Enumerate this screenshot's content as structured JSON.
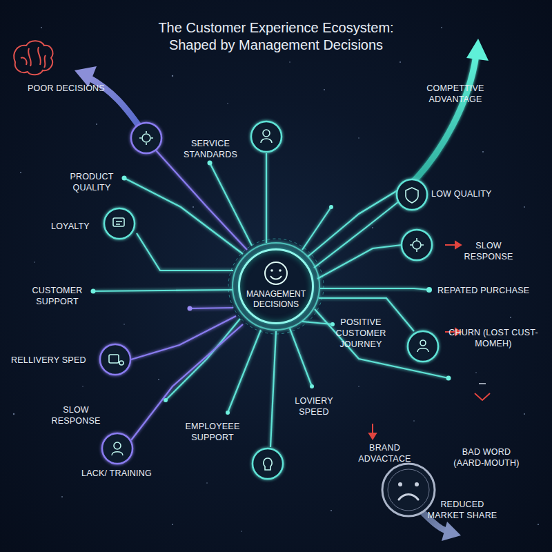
{
  "diagram": {
    "title": "The Customer Experience Ecosystem: Shaped by Management Decisions",
    "nodes": [
      {
        "text": [
          "MANAGEMENT DECISIONS"
        ]
      }
    ],
    "labels": [
      "POOR DECISIONS",
      "SERVICE STANDARDS",
      "PRODUCT QUALITY",
      "LOYALTY",
      "CUSTOMER SUPPORT",
      "RELLIVERY SPED",
      "SLOW RESPONSE",
      "LACK/ TRAINING",
      "EMPLOYEEE SUPPORT",
      "LOVIERY SPEED",
      "POSITIVE CUSTOMER JOURNEY",
      "COMPETTIVE ADVANTAGE",
      "LOW QUALITY",
      "SLOW RESPONSE",
      "REPATED PURCHASE",
      "CHURN (LOST CUST-MOMEH)",
      "BAD WORD (AARD-MOUTH)",
      "BRAND ADVACTACE",
      "REDUCED MARKET SHARE"
    ]
  }
}
